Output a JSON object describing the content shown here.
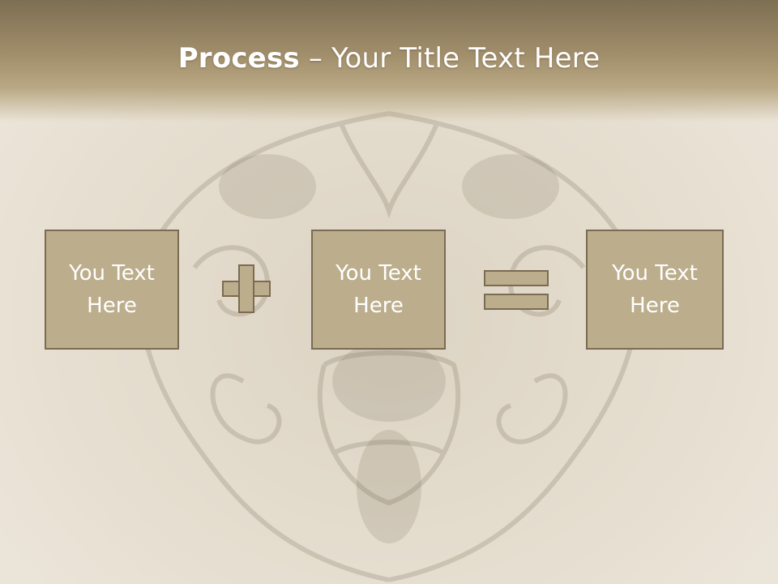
{
  "slide": {
    "title_strong": "Process",
    "title_rest": " – Your Title Text Here",
    "boxes": [
      {
        "text": "You Text\nHere"
      },
      {
        "text": "You Text\nHere"
      },
      {
        "text": "You Text\nHere"
      }
    ],
    "operators": [
      "plus-icon",
      "equals-icon"
    ],
    "colors": {
      "header": "#a18e6b",
      "box_fill": "#bcad8c",
      "box_border": "#7a6c52",
      "text": "#ffffff",
      "background": "#e6ded0"
    }
  }
}
